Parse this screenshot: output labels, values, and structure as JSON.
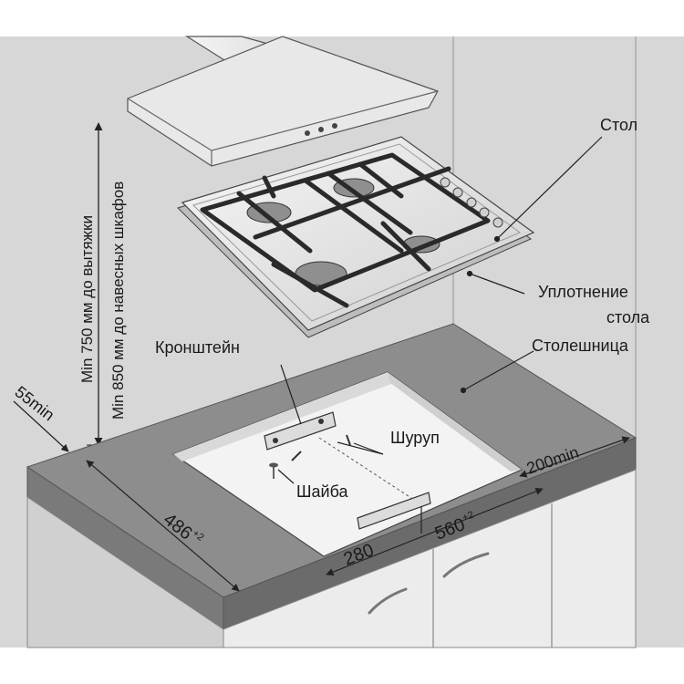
{
  "labels": {
    "table": "Стол",
    "seal_line1": "Уплотнение",
    "seal_line2": "стола",
    "countertop": "Столешница",
    "bracket": "Кронштейн",
    "screw": "Шуруп",
    "washer": "Шайба",
    "hood_distance": "Min 750 мм до вытяжки",
    "cabinet_distance": "Min 850 мм до навесных шкафов"
  },
  "dimensions": {
    "front_min": "55min",
    "depth_value": "486",
    "depth_tol": "+2",
    "width_value": "560",
    "width_tol": "+2",
    "half_width": "280",
    "side_min": "200min"
  },
  "colors": {
    "wall": "#d7d7d7",
    "countertop_top": "#8c8c8c",
    "countertop_edge": "#6a6a6a",
    "cutout": "#f0f0f0",
    "cabinet": "#e6e6e6",
    "hob": "#ececec",
    "grate": "#2a2a2a"
  }
}
